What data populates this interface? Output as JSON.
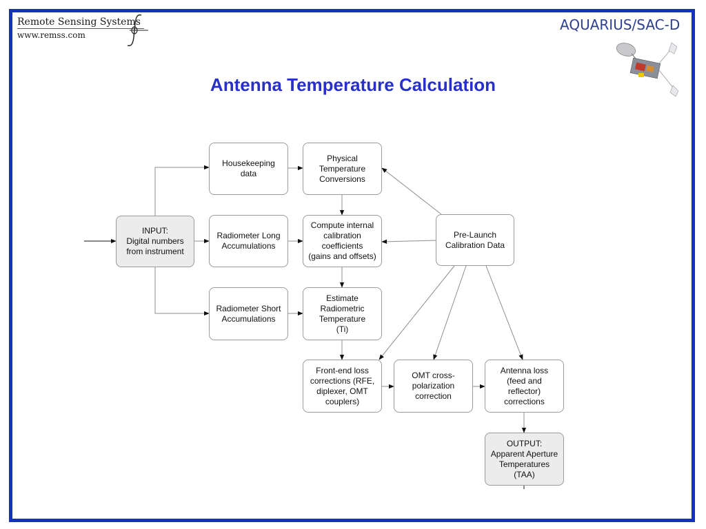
{
  "header": {
    "org_name": "Remote Sensing Systems",
    "org_url": "www.remss.com",
    "mission_logo": "AQUARIUS/SAC-D",
    "title": "Antenna Temperature Calculation"
  },
  "diagram": {
    "nodes": {
      "input": "INPUT:\nDigital numbers\nfrom instrument",
      "housekeeping": "Housekeeping\ndata",
      "rad_long": "Radiometer Long\nAccumulations",
      "rad_short": "Radiometer Short\nAccumulations",
      "phys_temp": "Physical\nTemperature\nConversions",
      "compute_cal": "Compute internal\ncalibration\ncoefficients\n(gains and offsets)",
      "estimate_rt": "Estimate\nRadiometric\nTemperature\n(Ti)",
      "prelaunch": "Pre-Launch\nCalibration Data",
      "frontend": "Front-end loss\ncorrections (RFE,\ndiplexer, OMT\ncouplers)",
      "omt": "OMT cross-\npolarization\ncorrection",
      "antenna_loss": "Antenna loss\n(feed and\nreflector)\ncorrections",
      "output": "OUTPUT:\nApparent Aperture\nTemperatures\n(TAA)"
    },
    "edges": [
      {
        "from": "external",
        "to": "input"
      },
      {
        "from": "input",
        "to": "housekeeping"
      },
      {
        "from": "input",
        "to": "rad_long"
      },
      {
        "from": "input",
        "to": "rad_short"
      },
      {
        "from": "housekeeping",
        "to": "phys_temp"
      },
      {
        "from": "rad_long",
        "to": "compute_cal"
      },
      {
        "from": "rad_short",
        "to": "estimate_rt"
      },
      {
        "from": "phys_temp",
        "to": "compute_cal"
      },
      {
        "from": "compute_cal",
        "to": "estimate_rt"
      },
      {
        "from": "estimate_rt",
        "to": "frontend"
      },
      {
        "from": "prelaunch",
        "to": "phys_temp"
      },
      {
        "from": "prelaunch",
        "to": "compute_cal"
      },
      {
        "from": "prelaunch",
        "to": "frontend"
      },
      {
        "from": "prelaunch",
        "to": "omt"
      },
      {
        "from": "prelaunch",
        "to": "antenna_loss"
      },
      {
        "from": "frontend",
        "to": "omt"
      },
      {
        "from": "omt",
        "to": "antenna_loss"
      },
      {
        "from": "antenna_loss",
        "to": "output"
      }
    ]
  },
  "colors": {
    "frame_border": "#1530c4",
    "title": "#2730c8",
    "mission_logo": "#2d3f8f",
    "io_box_fill": "#ececec"
  }
}
